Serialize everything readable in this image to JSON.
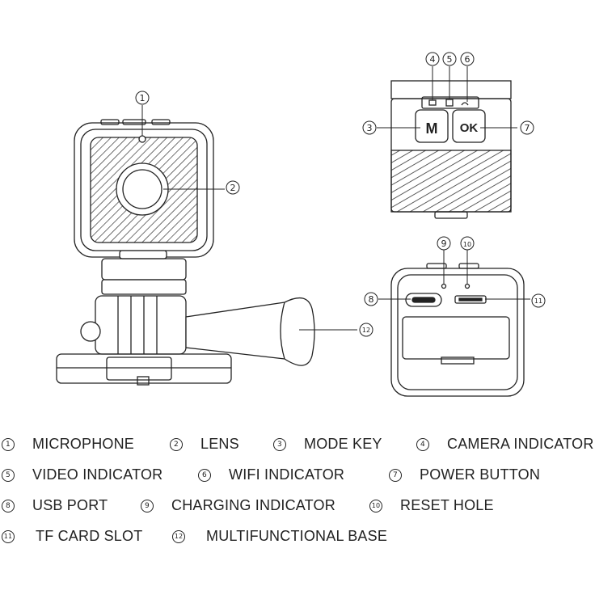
{
  "callouts": {
    "c1": "1",
    "c2": "2",
    "c3": "3",
    "c4": "4",
    "c5": "5",
    "c6": "6",
    "c7": "7",
    "c8": "8",
    "c9": "9",
    "c10": "10",
    "c11": "11",
    "c12": "12"
  },
  "buttons": {
    "mode_key": "M",
    "power": "OK"
  },
  "legend": [
    {
      "num": "1",
      "label": "MICROPHONE"
    },
    {
      "num": "2",
      "label": "LENS"
    },
    {
      "num": "3",
      "label": "MODE KEY"
    },
    {
      "num": "4",
      "label": "CAMERA INDICATOR"
    },
    {
      "num": "5",
      "label": "VIDEO INDICATOR"
    },
    {
      "num": "6",
      "label": "WIFI INDICATOR"
    },
    {
      "num": "7",
      "label": "POWER BUTTON"
    },
    {
      "num": "8",
      "label": "USB PORT"
    },
    {
      "num": "9",
      "label": "CHARGING INDICATOR"
    },
    {
      "num": "10",
      "label": "RESET HOLE"
    },
    {
      "num": "11",
      "label": "TF CARD SLOT"
    },
    {
      "num": "12",
      "label": "MULTIFUNCTIONAL BASE"
    }
  ]
}
